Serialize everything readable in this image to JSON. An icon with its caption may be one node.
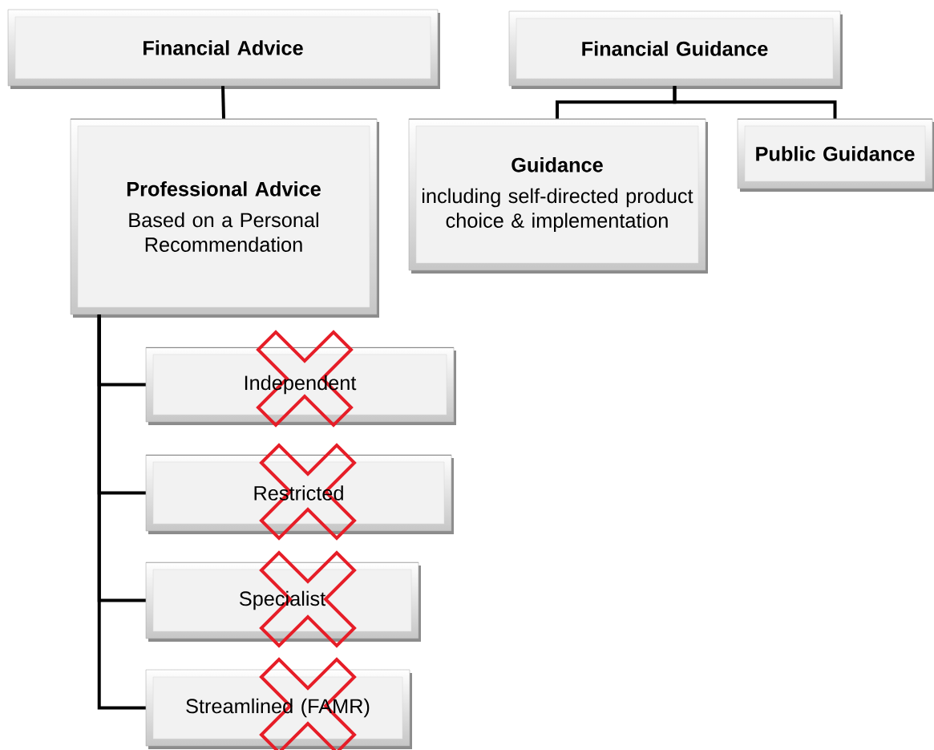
{
  "diagram": {
    "nodes": [
      {
        "text": [
          "Financial Advice"
        ]
      },
      {
        "text": [
          "Professional Advice",
          "Based on a Personal Recommendation"
        ]
      },
      {
        "text": [
          "Independent"
        ]
      },
      {
        "text": [
          "Restricted"
        ]
      },
      {
        "text": [
          "Specialist"
        ]
      },
      {
        "text": [
          "Streamlined (FAMR)"
        ]
      },
      {
        "text": [
          "Financial Guidance"
        ]
      },
      {
        "text": [
          "Guidance",
          "including self-directed product choice & implementation"
        ]
      },
      {
        "text": [
          "Public Guidance"
        ]
      }
    ],
    "edges": [
      {
        "from": 0,
        "to": 1,
        "arrow": "none"
      },
      {
        "from": 1,
        "to": 2,
        "arrow": "none"
      },
      {
        "from": 1,
        "to": 3,
        "arrow": "none"
      },
      {
        "from": 1,
        "to": 4,
        "arrow": "none"
      },
      {
        "from": 1,
        "to": 5,
        "arrow": "none"
      },
      {
        "from": 6,
        "to": 7,
        "arrow": "none"
      },
      {
        "from": 6,
        "to": 8,
        "arrow": "none"
      }
    ]
  }
}
